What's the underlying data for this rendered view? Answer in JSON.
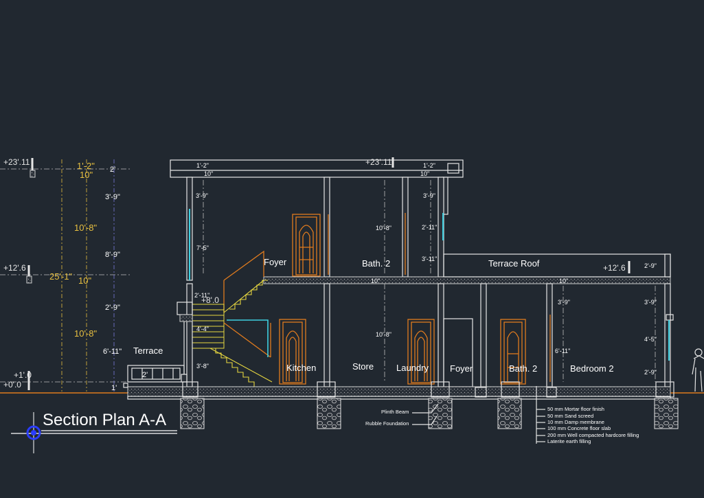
{
  "title": "Section Plan A-A",
  "colors": {
    "background": "#212830",
    "lines": "#e6e6e6",
    "doors": "#e07b1e",
    "glazing": "#3fd0e0",
    "stairs": "#e8d840",
    "dimension_text": "#e8c040",
    "selection_marker": "#2a3cff"
  },
  "levels": {
    "top_left": "+23'.11",
    "top_roof": "+23'.11",
    "mid_left": "+12'.6",
    "terrace_roof": "+12'.6",
    "plinth": "+1'.0",
    "ground": "+0'.0",
    "stair_landing": "+8'.0"
  },
  "left_dims": {
    "d1": "1'-2\"",
    "d2": "10\"",
    "d3": "10'-8\"",
    "d4": "10\"",
    "d5": "10'-8\"",
    "total": "25'-1\"",
    "g1": "2'",
    "g2": "3'-9\"",
    "g3": "8'-9\"",
    "g4": "2'-9\"",
    "g5": "6'-11\"",
    "g6": "1'"
  },
  "inner_dims": {
    "roof_left": "1'-2\"",
    "roof_left_b": "10\"",
    "roof_right": "1'-2\"",
    "roof_right_b": "10\"",
    "wall_left_top": "3'-9\"",
    "wall_left_mid": "7'-5\"",
    "wall_left_low": "2'-11\"",
    "bath_height": "10'-8\"",
    "right_top": "3'-9\"",
    "right_mid": "2'-11\"",
    "right_low": "3'-11\"",
    "slab_1": "10\"",
    "slab_2": "10\"",
    "terrace_r": "2'-9\"",
    "ground_left_1": "4'-4\"",
    "ground_left_2": "3'-8\"",
    "store_height": "10'-8\"",
    "bed_1": "3'-9\"",
    "bed_2": "6'-11\"",
    "far_1": "3'-9\"",
    "far_2": "4'-5\"",
    "far_3": "2'-9\"",
    "terrace_low": "2'"
  },
  "rooms": {
    "foyer_upper": "Foyer",
    "bath_upper": "Bath. 2",
    "terrace_roof": "Terrace Roof",
    "terrace": "Terrace",
    "kitchen": "Kitchen",
    "store": "Store",
    "laundry": "Laundry",
    "foyer_lower": "Foyer",
    "bath_lower": "Bath. 2",
    "bedroom": "Bedroom 2"
  },
  "foundation_labels": {
    "plinth_beam": "Plinth Beam",
    "rubble": "Rubble Foundation"
  },
  "floor_notes": [
    "50 mm Mortar floor finish",
    "50 mm Sand screed",
    "10 mm Damp membrane",
    "100 mm Concrete floor slab",
    "200 mm Well compacted hardcore filling",
    "Laterite earth filling"
  ]
}
